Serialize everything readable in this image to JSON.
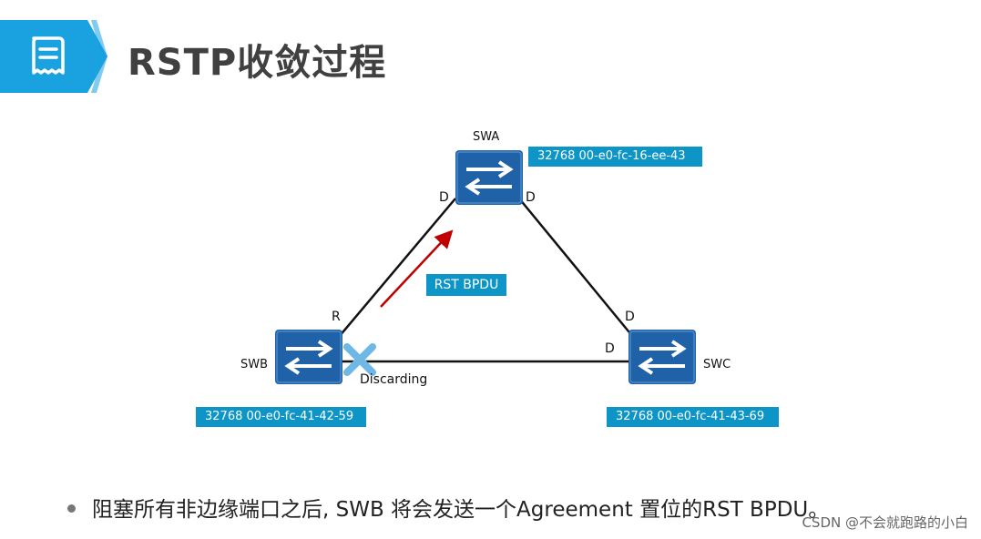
{
  "header": {
    "title": "RSTP收敛过程",
    "icon": "document-icon",
    "accent_color": "#1aa1e0"
  },
  "diagram": {
    "switches": [
      {
        "id": "swa",
        "name": "SWA",
        "bridge_id": "32768 00-e0-fc-16-ee-43"
      },
      {
        "id": "swb",
        "name": "SWB",
        "bridge_id": "32768 00-e0-fc-41-42-59"
      },
      {
        "id": "swc",
        "name": "SWC",
        "bridge_id": "32768 00-e0-fc-41-43-69"
      }
    ],
    "ports": {
      "swa_left": "D",
      "swa_right": "D",
      "swb_top": "R",
      "swc_top": "D",
      "swc_left": "D"
    },
    "blocked_port_state": "Discarding",
    "message_label": "RST BPDU",
    "switch_color": "#1f62a8",
    "label_bg_color": "#0e95c8",
    "arrow_color": "#c00000",
    "block_mark_color": "#6fb8e6"
  },
  "bullet": {
    "text": "阻塞所有非边缘端口之后, SWB 将会发送一个Agreement  置位的RST BPDU。"
  },
  "watermark": "CSDN @不会就跑路的小白"
}
